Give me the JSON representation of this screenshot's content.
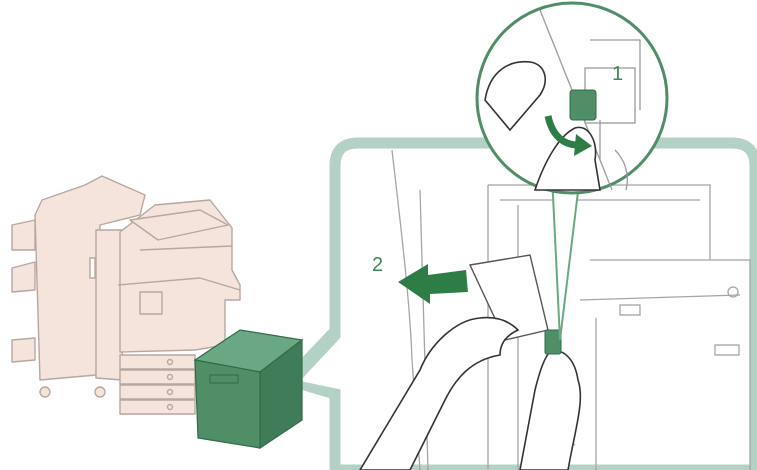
{
  "figure": {
    "step_labels": [
      {
        "id": "1",
        "text": "1"
      },
      {
        "id": "2",
        "text": "2"
      }
    ],
    "colors": {
      "machine_fill": "#f4e4dc",
      "machine_stroke": "#b8a7a0",
      "highlight_unit_fill": "#4f8e67",
      "highlight_unit_stroke": "#2f6b48",
      "callout_frame": "#b3d1c4",
      "arrow": "#2f7d46",
      "label_text": "#3d8a57",
      "line_art": "#9c9c9c"
    },
    "icons": {
      "machine": "multifunction-printer-icon",
      "paper_unit": "paper-deck-unit-icon",
      "rotate_arrow": "curved-arrow-icon",
      "pull_arrow": "left-arrow-icon"
    }
  }
}
